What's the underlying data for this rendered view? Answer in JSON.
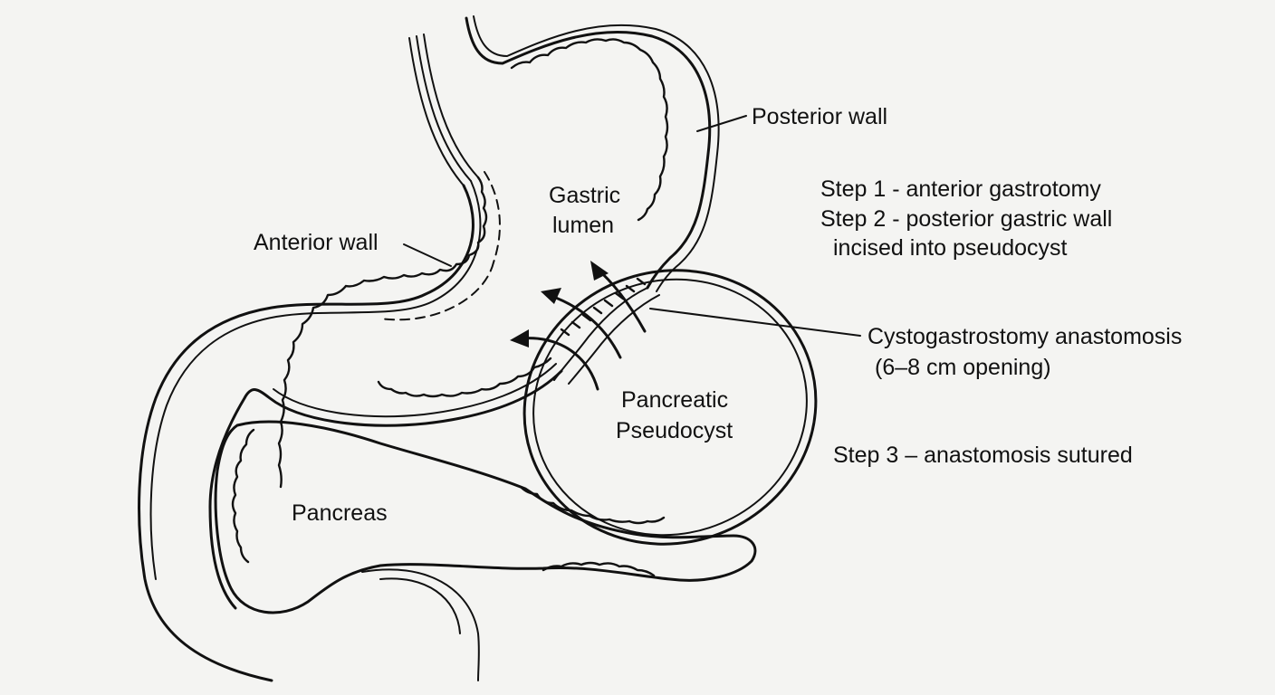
{
  "labels": {
    "posterior_wall": "Posterior wall",
    "gastric_lumen_line1": "Gastric",
    "gastric_lumen_line2": "lumen",
    "anterior_wall": "Anterior wall",
    "step1": "Step 1 - anterior gastrotomy",
    "step2_line1": "Step 2 - posterior gastric wall",
    "step2_line2": "incised into pseudocyst",
    "cystogastrostomy_line1": "Cystogastrostomy anastomosis",
    "cystogastrostomy_line2": "(6–8 cm opening)",
    "pseudocyst_line1": "Pancreatic",
    "pseudocyst_line2": "Pseudocyst",
    "step3": "Step 3 – anastomosis sutured",
    "pancreas": "Pancreas"
  },
  "colors": {
    "ink": "#111111",
    "background": "#f4f4f2"
  }
}
